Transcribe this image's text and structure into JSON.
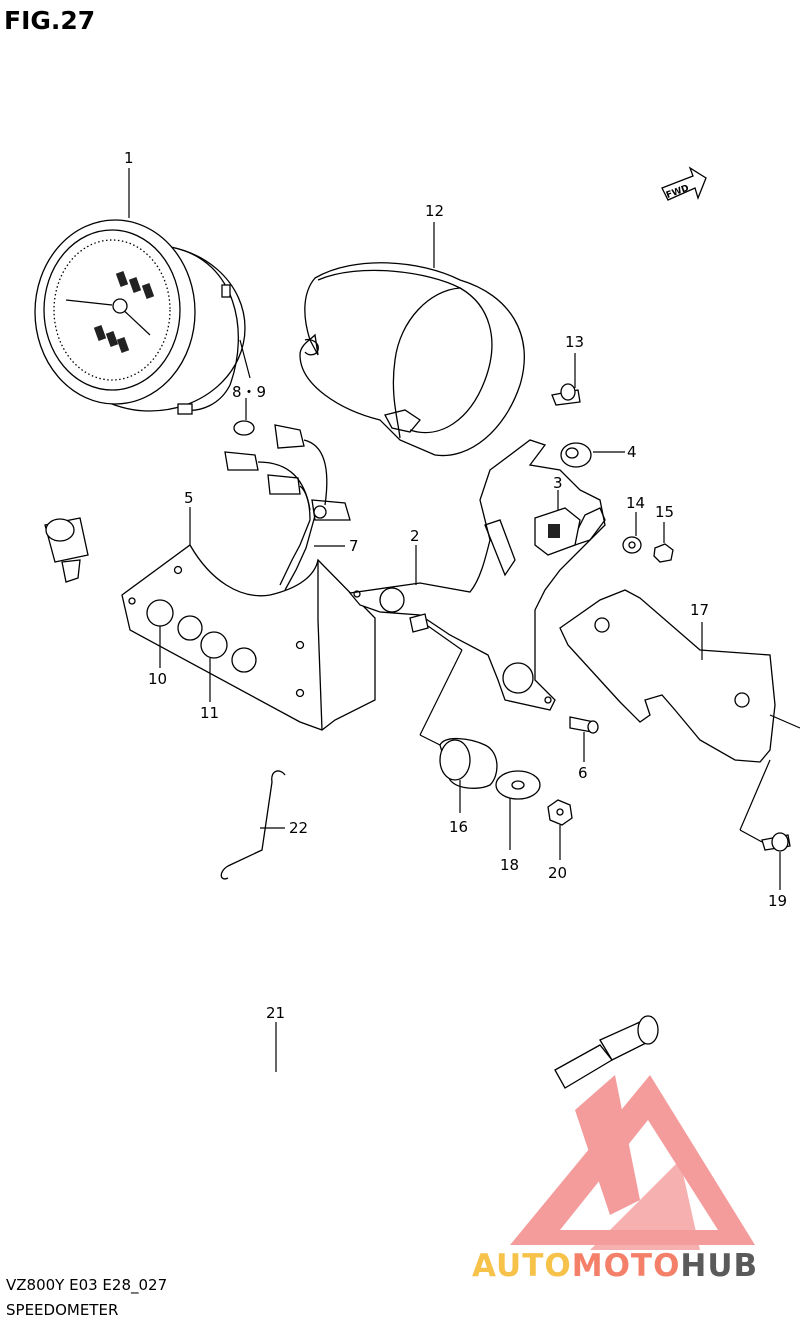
{
  "figure": {
    "title": "FIG.27",
    "model_code": "VZ800Y E03 E28_027",
    "name": "SPEEDOMETER"
  },
  "direction_badge": "FWD",
  "watermark": {
    "text_a": "AUTO",
    "text_b": "MOTO",
    "text_c": "HUB",
    "color_a": "#f6c24a",
    "color_b": "#f4806a",
    "color_c": "#5a5a5a",
    "logo_color": "#f38b8b"
  },
  "callouts": {
    "p1": "1",
    "p2": "2",
    "p3": "3",
    "p4": "4",
    "p5": "5",
    "p6": "6",
    "p7": "7",
    "p89": "8・9",
    "p10": "10",
    "p11": "11",
    "p12": "12",
    "p13": "13",
    "p14": "14",
    "p15": "15",
    "p16": "16",
    "p17": "17",
    "p18": "18",
    "p19": "19",
    "p20": "20",
    "p21": "21",
    "p22": "22"
  }
}
